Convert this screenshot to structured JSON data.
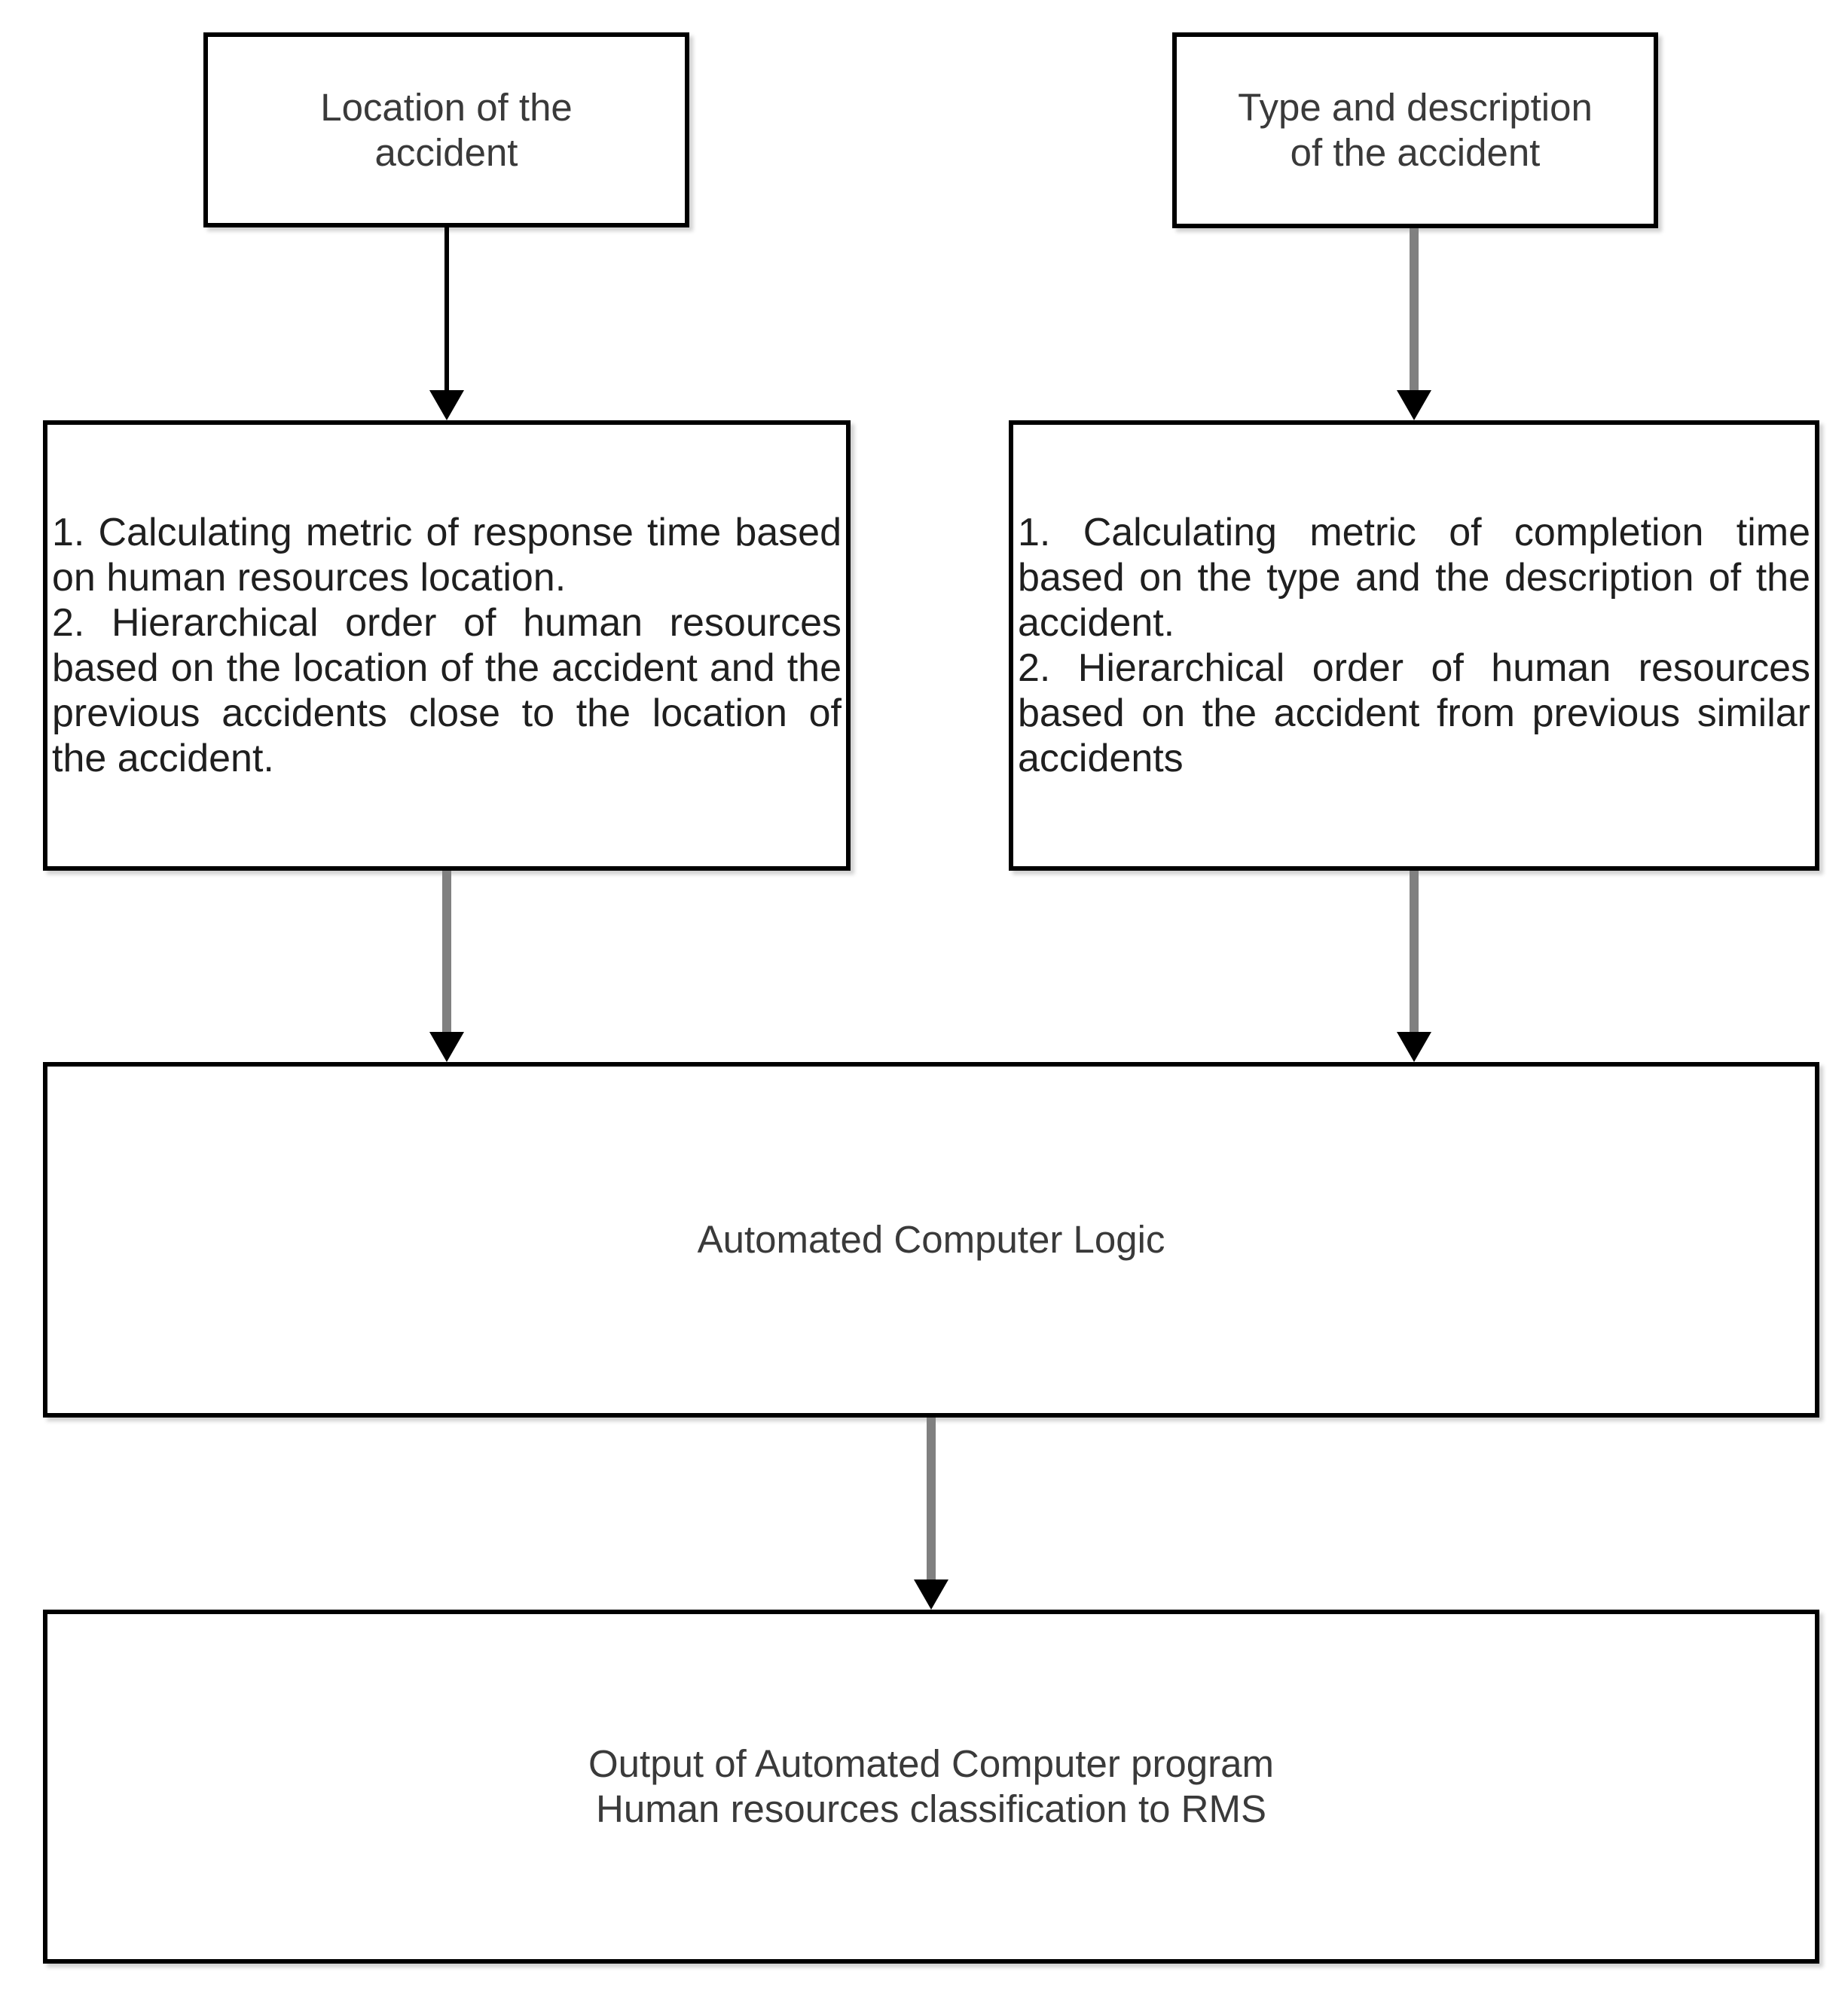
{
  "diagram": {
    "title": "Automated human-resources classification flowchart",
    "colors": {
      "background": "#ffffff",
      "box_border": "#000000",
      "box_fill": "#ffffff",
      "arrow_shaft_gray": "#808080",
      "arrow_black": "#000000",
      "text": "#1f1f1f"
    },
    "nodes": {
      "location": {
        "lines": [
          "Location of the",
          "accident"
        ]
      },
      "type_desc": {
        "lines": [
          "Type and description",
          "of the accident"
        ]
      },
      "response_metric": {
        "items": [
          "1. Calculating metric of response time based on human resources location.",
          "2. Hierarchical order of human resources based on the location of the accident and the previous accidents close to the location of the accident."
        ]
      },
      "completion_metric": {
        "items": [
          "1. Calculating metric of completion time based on the type and the description of the accident.",
          "2. Hierarchical order of human resources based on the accident from previous similar accidents"
        ]
      },
      "acl": {
        "label": "Automated Computer Logic"
      },
      "output": {
        "lines": [
          "Output of Automated Computer program",
          "Human resources classification to RMS"
        ]
      }
    },
    "edges": [
      {
        "from": "location",
        "to": "response_metric"
      },
      {
        "from": "type_desc",
        "to": "completion_metric"
      },
      {
        "from": "response_metric",
        "to": "acl"
      },
      {
        "from": "completion_metric",
        "to": "acl"
      },
      {
        "from": "acl",
        "to": "output"
      }
    ]
  }
}
